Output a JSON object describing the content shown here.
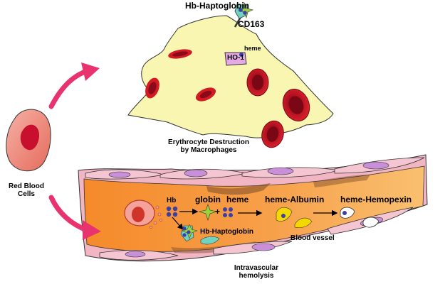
{
  "colors": {
    "arrow": "#e8336f",
    "macrophage_fill": "#f8f6b0",
    "rbc_fill": "#c8102e",
    "rbc_dark": "#8a0a1c",
    "vessel_wall": "#f2b5c4",
    "vessel_lumen": "#f39a3b",
    "cell_nucleus": "#c98fd8",
    "haptoglobin": "#6fd3c0",
    "globin": "#9bd13a",
    "heme": "#3b3fa6",
    "albumin": "#f5d800",
    "hemopexin": "#ffffff"
  },
  "labels": {
    "hb_haptoglobin_top": "Hb-Haptoglobin",
    "cd163": "CD163",
    "heme_macrophage": "heme",
    "ho1": "HO-1",
    "erythrocyte_destruction": "Erythrocyte Destruction",
    "by_macrophages": "by Macrophages",
    "red_blood": "Red Blood",
    "cells": "Cells",
    "hb": "Hb",
    "globin": "globin",
    "plus": "+",
    "heme_vessel": "heme",
    "heme_albumin": "heme-Albumin",
    "heme_hemopexin": "heme-Hemopexin",
    "hb_haptoglobin_vessel": "Hb-Haptoglobin",
    "blood_vessel": "Blood vessel",
    "intravascular": "Intravascular",
    "hemolysis": "hemolysis"
  },
  "icons": [
    "red-blood-cell-icon",
    "macrophage-icon",
    "cd163-receptor-icon",
    "ho1-enzyme-icon",
    "globin-icon",
    "heme-icon",
    "albumin-icon",
    "hemopexin-icon",
    "haptoglobin-icon",
    "endothelial-cell-icon"
  ]
}
